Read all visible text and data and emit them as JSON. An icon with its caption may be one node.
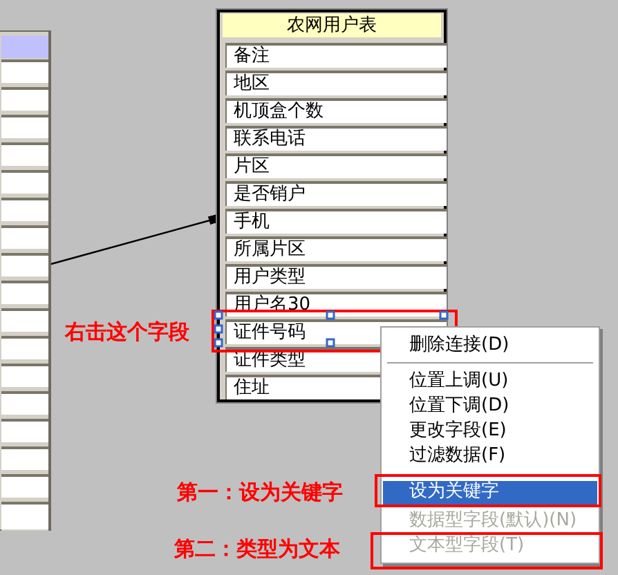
{
  "diagram": {
    "nodes": [
      {
        "text": [],
        "shape": "box"
      },
      {
        "text": [],
        "shape": "box",
        "in": 0
      },
      {
        "text": [],
        "shape": "box",
        "in": 0
      },
      {
        "text": [],
        "shape": "box",
        "in": 0
      },
      {
        "text": [],
        "shape": "box",
        "in": 0
      },
      {
        "text": [],
        "shape": "box",
        "in": 0
      },
      {
        "text": [],
        "shape": "box",
        "in": 0
      },
      {
        "text": [],
        "shape": "box",
        "in": 0
      },
      {
        "text": [],
        "shape": "box",
        "in": 0
      },
      {
        "text": [],
        "shape": "box",
        "in": 0
      },
      {
        "text": [],
        "shape": "box",
        "in": 0
      },
      {
        "text": [],
        "shape": "box",
        "in": 0
      },
      {
        "text": [],
        "shape": "box",
        "in": 0
      },
      {
        "text": [],
        "shape": "box",
        "in": 0
      },
      {
        "text": [],
        "shape": "box",
        "in": 0
      },
      {
        "text": [],
        "shape": "box",
        "in": 0
      },
      {
        "text": [],
        "shape": "box",
        "in": 0
      },
      {
        "text": [],
        "shape": "box",
        "in": 0
      },
      {
        "text": [],
        "shape": "box",
        "in": 0
      },
      {
        "text": [
          "农网用户表"
        ]
      },
      {
        "text": [
          "备注"
        ],
        "in": 19
      },
      {
        "text": [
          "地区"
        ],
        "in": 19
      },
      {
        "text": [
          "机顶盒个数"
        ],
        "in": 19
      },
      {
        "text": [
          "联系电话"
        ],
        "in": 19
      },
      {
        "text": [
          "片区"
        ],
        "in": 19
      },
      {
        "text": [
          "是否销户"
        ],
        "in": 19
      },
      {
        "text": [
          "手机"
        ],
        "in": 19
      },
      {
        "text": [
          "所属片区"
        ],
        "in": 19
      },
      {
        "text": [
          "用户类型"
        ],
        "in": 19
      },
      {
        "text": [
          "用户名30"
        ],
        "in": 19
      },
      {
        "text": [
          "证件号码"
        ],
        "in": 19
      },
      {
        "text": [
          "证件类型"
        ],
        "in": 19
      },
      {
        "text": [
          "住址"
        ],
        "in": 19
      },
      {
        "text": [],
        "shape": "box"
      },
      {
        "text": [
          "删除连接(D)"
        ],
        "in": 33
      },
      {
        "text": [
          "位置上调(U)"
        ],
        "in": 33
      },
      {
        "text": [
          "位置下调(D)"
        ],
        "in": 33
      },
      {
        "text": [
          "更改字段(E)"
        ],
        "in": 33
      },
      {
        "text": [
          "过滤数据(F)"
        ],
        "in": 33
      },
      {
        "text": [
          "设为关键字"
        ],
        "in": 33
      },
      {
        "text": [
          "数据型字段(默认)(N)"
        ],
        "in": 33
      },
      {
        "text": [
          "文本型字段(T)"
        ],
        "in": 33
      }
    ],
    "edges": [
      {
        "from": 9,
        "to": 26,
        "arrow": "other"
      }
    ],
    "labels": [
      "右击这个字段",
      "第一：设为关键字",
      "第二：类型为文本"
    ]
  }
}
